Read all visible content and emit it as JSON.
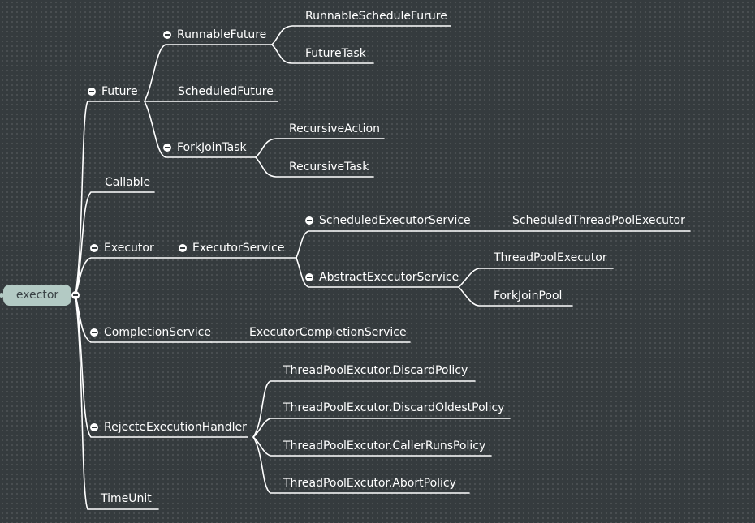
{
  "root": {
    "label": "exector"
  },
  "nodes": {
    "future": "Future",
    "runnable_future": "RunnableFuture",
    "runnable_schedule_furure": "RunnableScheduleFurure",
    "future_task": "FutureTask",
    "scheduled_future": "ScheduledFuture",
    "fork_join_task": "ForkJoinTask",
    "recursive_action": "RecursiveAction",
    "recursive_task": "RecursiveTask",
    "callable": "Callable",
    "executor": "Executor",
    "executor_service": "ExecutorService",
    "scheduled_executor_service": "ScheduledExecutorService",
    "scheduled_thread_pool_executor": "ScheduledThreadPoolExecutor",
    "abstract_executor_service": "AbstractExecutorService",
    "thread_pool_executor": "ThreadPoolExecutor",
    "fork_join_pool": "ForkJoinPool",
    "completion_service": "CompletionService",
    "executor_completion_service": "ExecutorCompletionService",
    "rejecte_execution_handler": "RejecteExecutionHandler",
    "discard_policy": "ThreadPoolExcutor.DiscardPolicy",
    "discard_oldest_policy": "ThreadPoolExcutor.DiscardOldestPolicy",
    "caller_runs_policy": "ThreadPoolExcutor.CallerRunsPolicy",
    "abort_policy": "ThreadPoolExcutor.AbortPolicy",
    "time_unit": "TimeUnit"
  },
  "colors": {
    "background": "#353b3e",
    "line": "#ffffff",
    "root_fill": "#b3cac4",
    "root_text": "#3a4346"
  }
}
